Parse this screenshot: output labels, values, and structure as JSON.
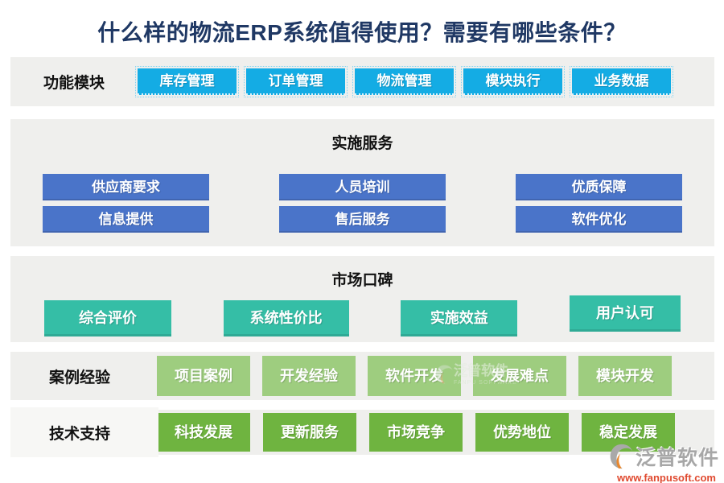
{
  "title": "什么样的物流ERP系统值得使用？需要有哪些条件？",
  "sections": {
    "function_modules": {
      "label": "功能模块",
      "items": [
        "库存管理",
        "订单管理",
        "物流管理",
        "模块执行",
        "业务数据"
      ],
      "color": "#14ACE4"
    },
    "implementation_services": {
      "header": "实施服务",
      "row1": [
        "供应商要求",
        "人员培训",
        "优质保障"
      ],
      "row2": [
        "信息提供",
        "售后服务",
        "软件优化"
      ],
      "color": "#4A74C9"
    },
    "market_reputation": {
      "header": "市场口碑",
      "items": [
        "综合评价",
        "系统性价比",
        "实施效益",
        "用户认可"
      ],
      "color": "#35BEA6"
    },
    "case_experience": {
      "label": "案例经验",
      "items": [
        "项目案例",
        "开发经验",
        "软件开发",
        "发展难点",
        "模块开发"
      ],
      "color": "#9ECD7F"
    },
    "tech_support": {
      "label": "技术支持",
      "items": [
        "科技发展",
        "更新服务",
        "市场竞争",
        "优势地位",
        "稳定发展"
      ],
      "color": "#6FB440"
    }
  },
  "watermark": {
    "brand": "泛普软件",
    "brand_en": "FANPU SOFTWARE",
    "url": "www.fanpusoft.com"
  },
  "colors": {
    "title_navy": "#1F3864",
    "band_gray": "#EFEFED",
    "cyan": "#14ACE4",
    "blue": "#4A74C9",
    "teal": "#35BEA6",
    "light_green": "#9ECD7F",
    "green": "#6FB440",
    "url_red": "#E04A30"
  }
}
